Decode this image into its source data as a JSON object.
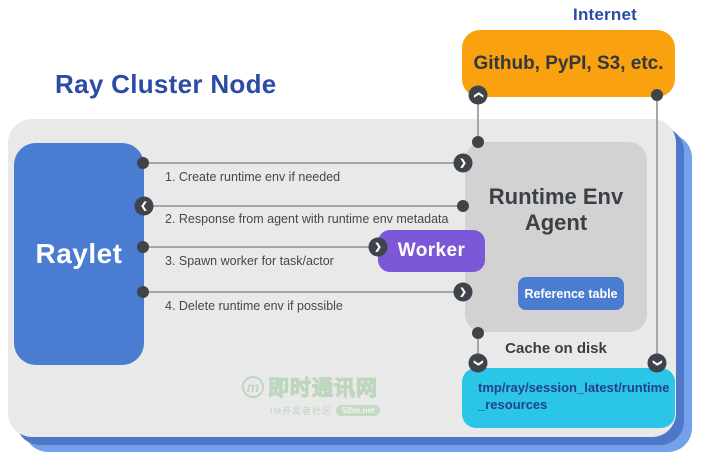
{
  "header": {
    "internet_label": "Internet",
    "cluster_title": "Ray Cluster Node"
  },
  "internet_box": {
    "label": "Github, PyPI, S3, etc."
  },
  "raylet": {
    "label": "Raylet"
  },
  "agent": {
    "title": "Runtime Env Agent",
    "reference_button": "Reference table"
  },
  "worker": {
    "label": "Worker"
  },
  "flows": [
    {
      "label": "1. Create runtime env if needed",
      "direction": "raylet-to-agent"
    },
    {
      "label": "2. Response from agent with runtime env metadata",
      "direction": "agent-to-raylet"
    },
    {
      "label": "3. Spawn worker for task/actor",
      "direction": "raylet-to-worker"
    },
    {
      "label": "4. Delete runtime env if possible",
      "direction": "raylet-to-agent"
    }
  ],
  "cache": {
    "label": "Cache on disk",
    "path_line1": "tmp/ray/session_latest/runtime",
    "path_line2": "_resources"
  },
  "icons": {
    "chevron_right": "❯",
    "chevron_left": "❮",
    "chevron_up": "❯",
    "chevron_down": "❯"
  },
  "colors": {
    "accent_blue": "#4a7cd2",
    "title_blue": "#2b4ba6",
    "orange": "#f9a10e",
    "purple": "#7c58d8",
    "cyan": "#2bc5e8",
    "agent_gray": "#d2d2d2",
    "container_gray": "#e9e9e9",
    "node_dark": "#3e4449"
  },
  "watermark": {
    "logo": "m",
    "title": "即时通讯网",
    "subtitle": "IM开发者社区",
    "badge": "52im.net"
  }
}
